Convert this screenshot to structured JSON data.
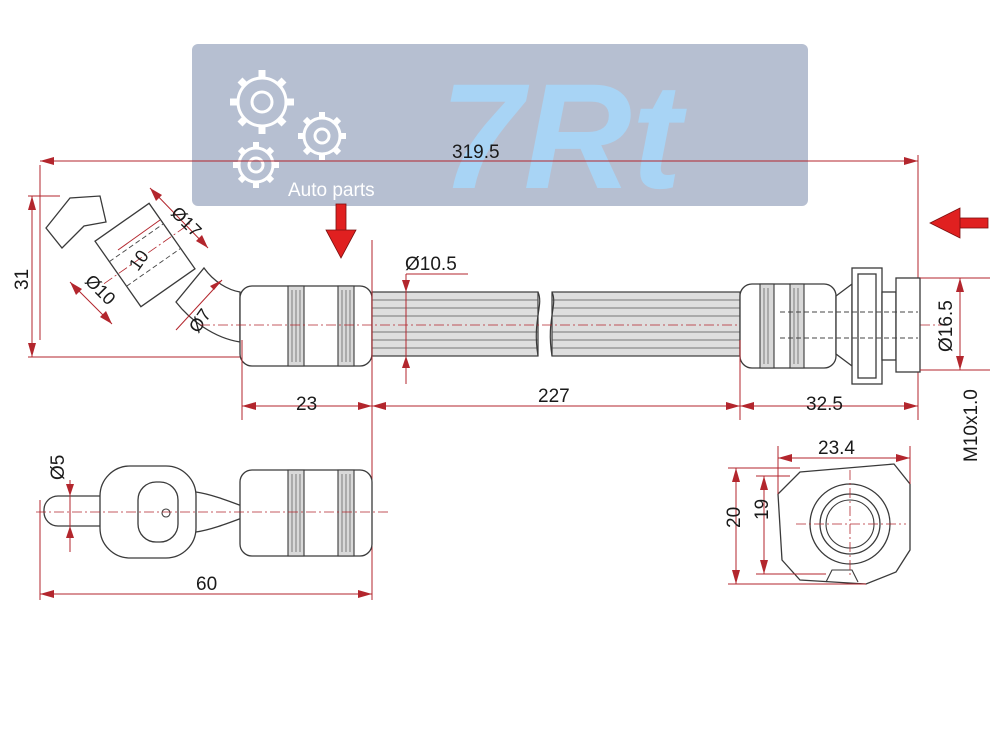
{
  "logo": {
    "brand": "7Rt",
    "tagline": "Auto parts"
  },
  "dimensions": {
    "overall_length": "319.5",
    "banjo_height": "31",
    "banjo_outer_dia": "Ø17",
    "banjo_inner_dia": "Ø10",
    "banjo_width": "10",
    "pipe_dia": "Ø7",
    "hose_dia": "Ø10.5",
    "left_fitting_length": "23",
    "hose_length": "227",
    "right_fitting_length": "32.5",
    "right_fitting_dia": "Ø16.5",
    "thread": "M10x1.0",
    "pin_dia": "Ø5",
    "bottom_length": "60",
    "hex_flat_width": "23.4",
    "hex_height_outer": "20",
    "hex_height_inner": "19"
  },
  "colors": {
    "dimension": "#b3262d",
    "logo_text": "#a8d4f5",
    "logo_panel": "#a9b4c9",
    "arrow": "#e02020"
  }
}
